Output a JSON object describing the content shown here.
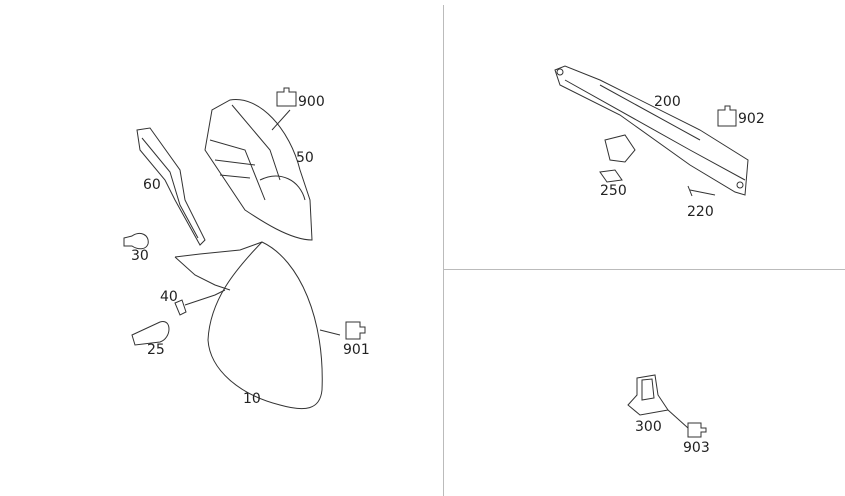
{
  "panels": {
    "left": {
      "parts": [
        {
          "id": "p900",
          "label": "900"
        },
        {
          "id": "p50",
          "label": "50"
        },
        {
          "id": "p60",
          "label": "60"
        },
        {
          "id": "p30",
          "label": "30"
        },
        {
          "id": "p40",
          "label": "40"
        },
        {
          "id": "p25",
          "label": "25"
        },
        {
          "id": "p901",
          "label": "901"
        },
        {
          "id": "p10",
          "label": "10"
        }
      ]
    },
    "top_right": {
      "parts": [
        {
          "id": "p200",
          "label": "200"
        },
        {
          "id": "p902",
          "label": "902"
        },
        {
          "id": "p250",
          "label": "250"
        },
        {
          "id": "p220",
          "label": "220"
        }
      ]
    },
    "bottom_right": {
      "parts": [
        {
          "id": "p300",
          "label": "300"
        },
        {
          "id": "p903",
          "label": "903"
        }
      ]
    }
  }
}
